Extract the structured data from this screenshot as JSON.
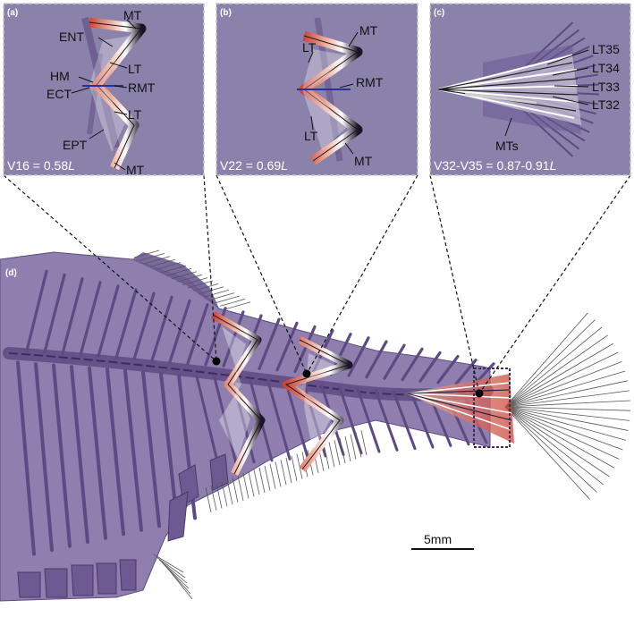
{
  "colors": {
    "panel_bg": "#8a82ab",
    "fish_body": "#8e7fae",
    "bone": "#5e4a82",
    "bone_dark": "#3f2c5e",
    "myoseptum_orange": "#e8a592",
    "myoseptum_red": "#c9463c",
    "blue_line": "#2b2f9e"
  },
  "panels": {
    "a": {
      "label": "(a)",
      "caption_prefix": "V16 = 0.58",
      "caption_unit": "L",
      "labels": {
        "mt_top": "MT",
        "ent": "ENT",
        "lt_top": "LT",
        "hm": "HM",
        "rmt": "RMT",
        "ect": "ECT",
        "lt_bottom": "LT",
        "ept": "EPT",
        "mt_bottom": "MT"
      }
    },
    "b": {
      "label": "(b)",
      "caption_prefix": "V22 = 0.69",
      "caption_unit": "L",
      "labels": {
        "mt_top": "MT",
        "lt_top": "LT",
        "rmt": "RMT",
        "lt_bottom": "LT",
        "mt_bottom": "MT"
      }
    },
    "c": {
      "label": "(c)",
      "caption_prefix": "V32-V35 = 0.87-0.91",
      "caption_unit": "L",
      "labels": {
        "lt35": "LT35",
        "lt34": "LT34",
        "lt33": "LT33",
        "lt32": "LT32",
        "mts": "MTs"
      }
    },
    "d": {
      "label": "(d)"
    }
  },
  "scale_bar": {
    "label": "5mm"
  }
}
